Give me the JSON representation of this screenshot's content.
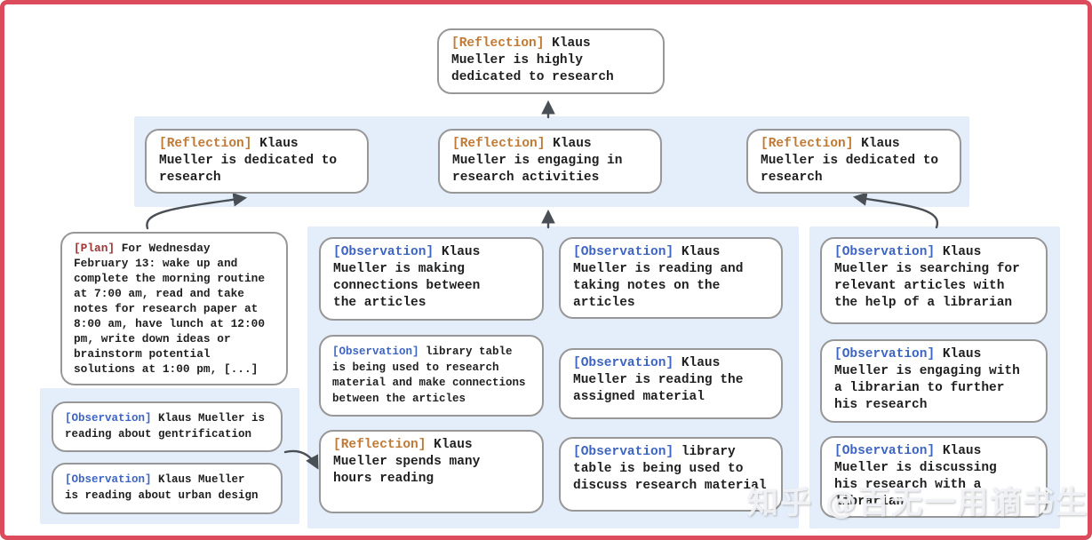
{
  "watermark": "知乎 @百无一用谪书生",
  "colors": {
    "frame_border": "#dc4b5c",
    "panel_blue": "#e4eefb",
    "node_border": "#979797",
    "reflection_tag": "#bf7a35",
    "plan_tag": "#9e3636",
    "observation_tag": "#3e65c2",
    "arrow": "#4a4f55"
  },
  "nodes": {
    "top": {
      "tag": "[Reflection]",
      "body": " Klaus\nMueller is highly\ndedicated to research"
    },
    "row2_left": {
      "tag": "[Reflection]",
      "body": " Klaus\nMueller is dedicated to\nresearch"
    },
    "row2_mid": {
      "tag": "[Reflection]",
      "body": " Klaus\nMueller is engaging in\nresearch activities"
    },
    "row2_right": {
      "tag": "[Reflection]",
      "body": " Klaus\nMueller is dedicated to\nresearch"
    },
    "plan": {
      "tag": "[Plan]",
      "body": " For Wednesday\nFebruary 13: wake up and\ncomplete the morning routine\nat 7:00 am, read and take\nnotes for research paper at\n8:00 am, have lunch at 12:00\npm, write down ideas or\nbrainstorm potential\nsolutions at 1:00 pm, [...]"
    },
    "lowleft_1": {
      "tag": "[Observation]",
      "body": " Klaus Mueller is\nreading about gentrification"
    },
    "lowleft_2": {
      "tag": "[Observation]",
      "body": " Klaus Mueller\nis reading about urban design"
    },
    "mid_a1": {
      "tag": "[Observation]",
      "body": " Klaus\nMueller is making\nconnections between\nthe articles"
    },
    "mid_a2": {
      "tag": "[Observation]",
      "body": " library table\nis being used to research\nmaterial and make connections\nbetween the articles"
    },
    "mid_a3": {
      "tag": "[Reflection]",
      "body": " Klaus\nMueller spends many\nhours reading"
    },
    "mid_b1": {
      "tag": "[Observation]",
      "body": " Klaus\nMueller is reading and\ntaking notes on the\narticles"
    },
    "mid_b2": {
      "tag": "[Observation]",
      "body": " Klaus\nMueller is reading the\nassigned material"
    },
    "mid_b3": {
      "tag": "[Observation]",
      "body": " library\ntable is being used to\ndiscuss research material"
    },
    "right_1": {
      "tag": "[Observation]",
      "body": " Klaus\nMueller is searching for\nrelevant articles with\nthe help of a librarian"
    },
    "right_2": {
      "tag": "[Observation]",
      "body": " Klaus\nMueller is engaging with\na librarian to further\nhis research"
    },
    "right_3": {
      "tag": "[Observation]",
      "body": " Klaus\nMueller is discussing\nhis research with a\nlibrarian"
    }
  }
}
